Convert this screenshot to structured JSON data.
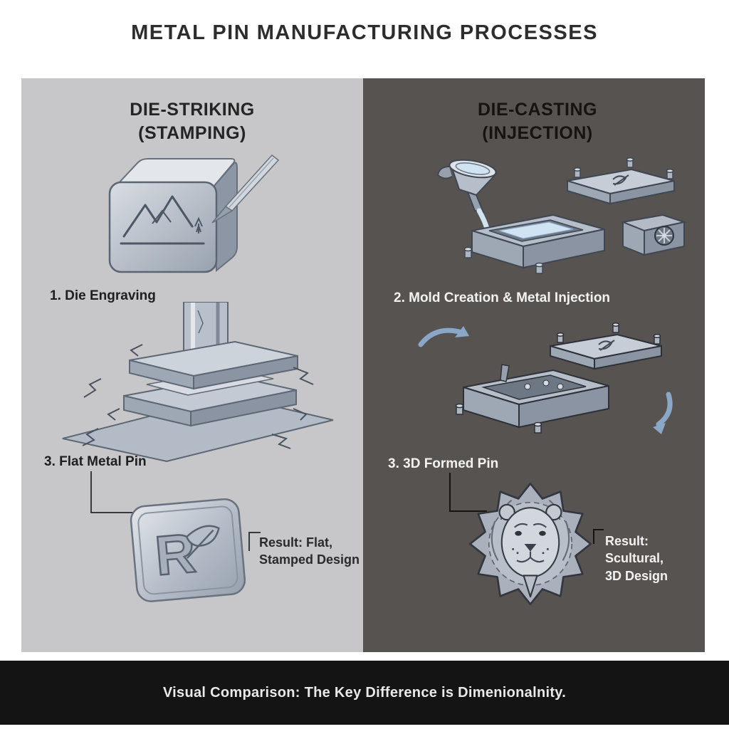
{
  "title": "METAL PIN MANUFACTURING PROCESSES",
  "footer": "Visual Comparison: The Key Difference is Dimenionalnity.",
  "left_panel": {
    "heading_line1": "DIE-STRIKING",
    "heading_line2": "(STAMPING)",
    "step1_label": "1. Die Engraving",
    "step3_label": "3. Flat Metal Pin",
    "result_line1": "Result: Flat,",
    "result_line2": "Stamped Design",
    "pin_monogram": "R"
  },
  "right_panel": {
    "heading_line1": "DIE-CASTING",
    "heading_line2": "(INJECTION)",
    "step2_label": "2. Mold Creation & Metal Injection",
    "step3_label": "3. 3D Formed Pin",
    "result_line1": "Result:",
    "result_line2": "Scultural,",
    "result_line3": "3D Design"
  },
  "colors": {
    "left_panel_bg": "#c7c7c9",
    "right_panel_bg": "#575350",
    "footer_bg": "#141414",
    "steel_light": "#dfe3e8",
    "steel_mid": "#aab3bf",
    "steel_dark": "#6f7a8a",
    "molten_blue": "#cfe3f2",
    "arrow_blue": "#8aa7c8",
    "title_text": "#2d2d2d",
    "footer_text": "#e9e9e9"
  }
}
